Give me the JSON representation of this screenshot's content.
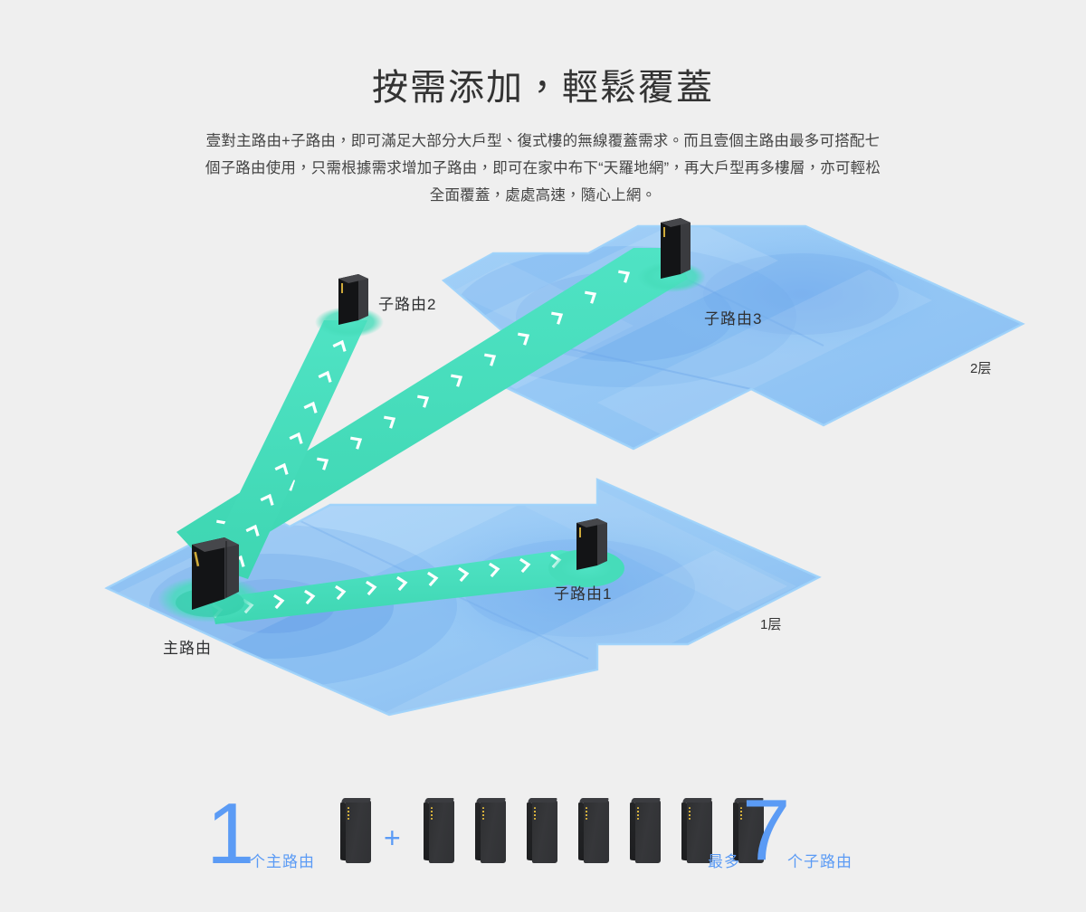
{
  "header": {
    "title": "按需添加，輕鬆覆蓋",
    "paragraph": "壹對主路由+子路由，即可滿足大部分大戶型、復式樓的無線覆蓋需求。而且壹個主路由最多可搭配七個子路由使用，只需根據需求增加子路由，即可在家中布下“天羅地網”，再大戶型再多樓層，亦可輕松全面覆蓋，處處高速，隨心上網。"
  },
  "diagram": {
    "floors": [
      {
        "id": "floor-2",
        "label": "2层"
      },
      {
        "id": "floor-1",
        "label": "1层"
      }
    ],
    "nodes": [
      {
        "id": "main-router",
        "label": "主路由",
        "floor": "1层"
      },
      {
        "id": "sub-router-1",
        "label": "子路由1",
        "floor": "1层"
      },
      {
        "id": "sub-router-2",
        "label": "子路由2",
        "floor": "2层"
      },
      {
        "id": "sub-router-3",
        "label": "子路由3",
        "floor": "2层"
      }
    ],
    "links": [
      {
        "from": "主路由",
        "to": "子路由1"
      },
      {
        "from": "主路由",
        "to": "子路由2"
      },
      {
        "from": "主路由",
        "to": "子路由3"
      }
    ],
    "colors": {
      "background": "#efefef",
      "floor_plane": "#8cc3f5",
      "floor_plane_deep": "#7ab3ee",
      "signal_beam": "#45dfbc",
      "router_body": "#2e2f31",
      "router_led": "#d8b23c",
      "accent_blue": "#5b9bf5"
    }
  },
  "count_bar": {
    "main_number": "1",
    "main_caption": "个主路由",
    "plus": "+",
    "max_prefix": "最多",
    "sub_number": "7",
    "sub_caption": "个子路由",
    "main_device_count": 1,
    "sub_device_count": 7
  }
}
